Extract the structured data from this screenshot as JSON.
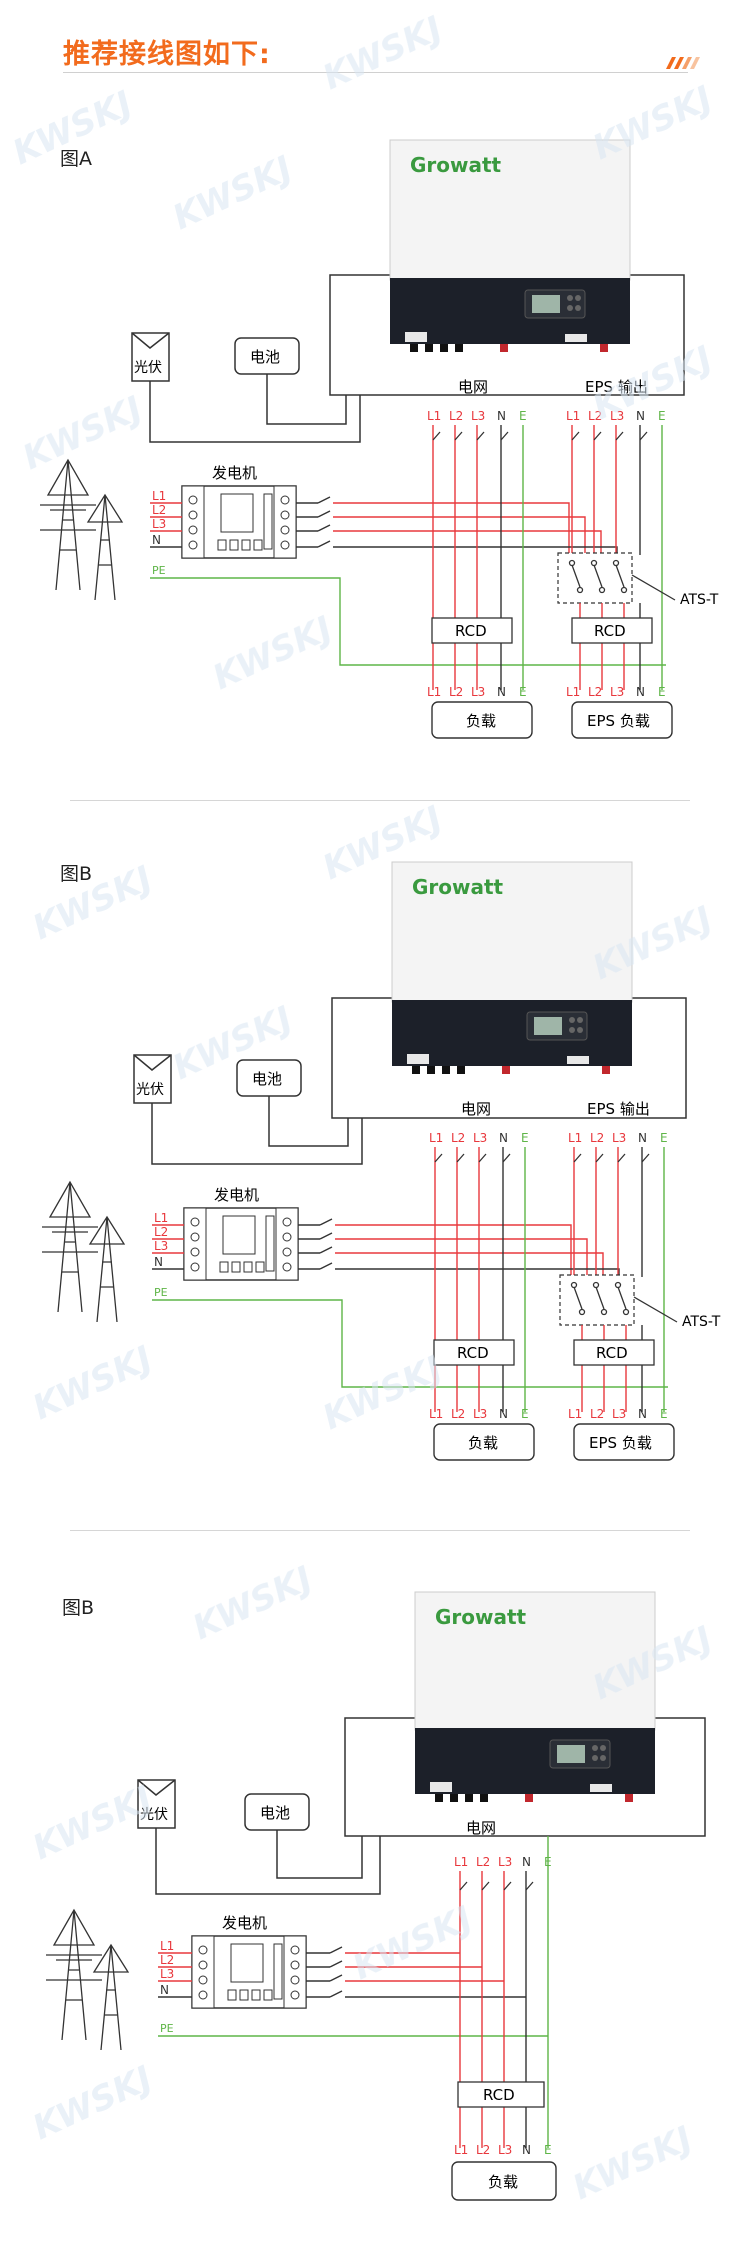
{
  "header": {
    "title": "推荐接线图如下:"
  },
  "diagrams": [
    {
      "fig_label": "图A",
      "brand": "Growatt",
      "pv_label": "光伏",
      "battery_label": "电池",
      "generator_label": "发电机",
      "grid_label": "电网",
      "eps_label": "EPS 输出",
      "rcd_label": "RCD",
      "eps_rcd_label": "RCD",
      "ats_label": "ATS-T",
      "load_label": "负载",
      "eps_load_label": "EPS 负载",
      "pe_label": "PE",
      "gen_lines": [
        "L1",
        "L2",
        "L3",
        "N"
      ],
      "terminals": [
        "L1",
        "L2",
        "L3",
        "N",
        "E"
      ]
    },
    {
      "fig_label": "图B",
      "brand": "Growatt",
      "pv_label": "光伏",
      "battery_label": "电池",
      "generator_label": "发电机",
      "grid_label": "电网",
      "eps_label": "EPS 输出",
      "rcd_label": "RCD",
      "eps_rcd_label": "RCD",
      "ats_label": "ATS-T",
      "load_label": "负载",
      "eps_load_label": "EPS 负载",
      "pe_label": "PE",
      "gen_lines": [
        "L1",
        "L2",
        "L3",
        "N"
      ],
      "terminals": [
        "L1",
        "L2",
        "L3",
        "N",
        "E"
      ]
    },
    {
      "fig_label": "图B",
      "brand": "Growatt",
      "pv_label": "光伏",
      "battery_label": "电池",
      "generator_label": "发电机",
      "grid_label": "电网",
      "rcd_label": "RCD",
      "load_label": "负载",
      "pe_label": "PE",
      "gen_lines": [
        "L1",
        "L2",
        "L3",
        "N"
      ],
      "terminals": [
        "L1",
        "L2",
        "L3",
        "N",
        "E"
      ]
    }
  ],
  "watermark": {
    "text": "KWSKJ"
  },
  "colors": {
    "accent": "#f26b1d",
    "line_red": "#e8383d",
    "line_green": "#5fb548",
    "line_dark": "#333333"
  }
}
